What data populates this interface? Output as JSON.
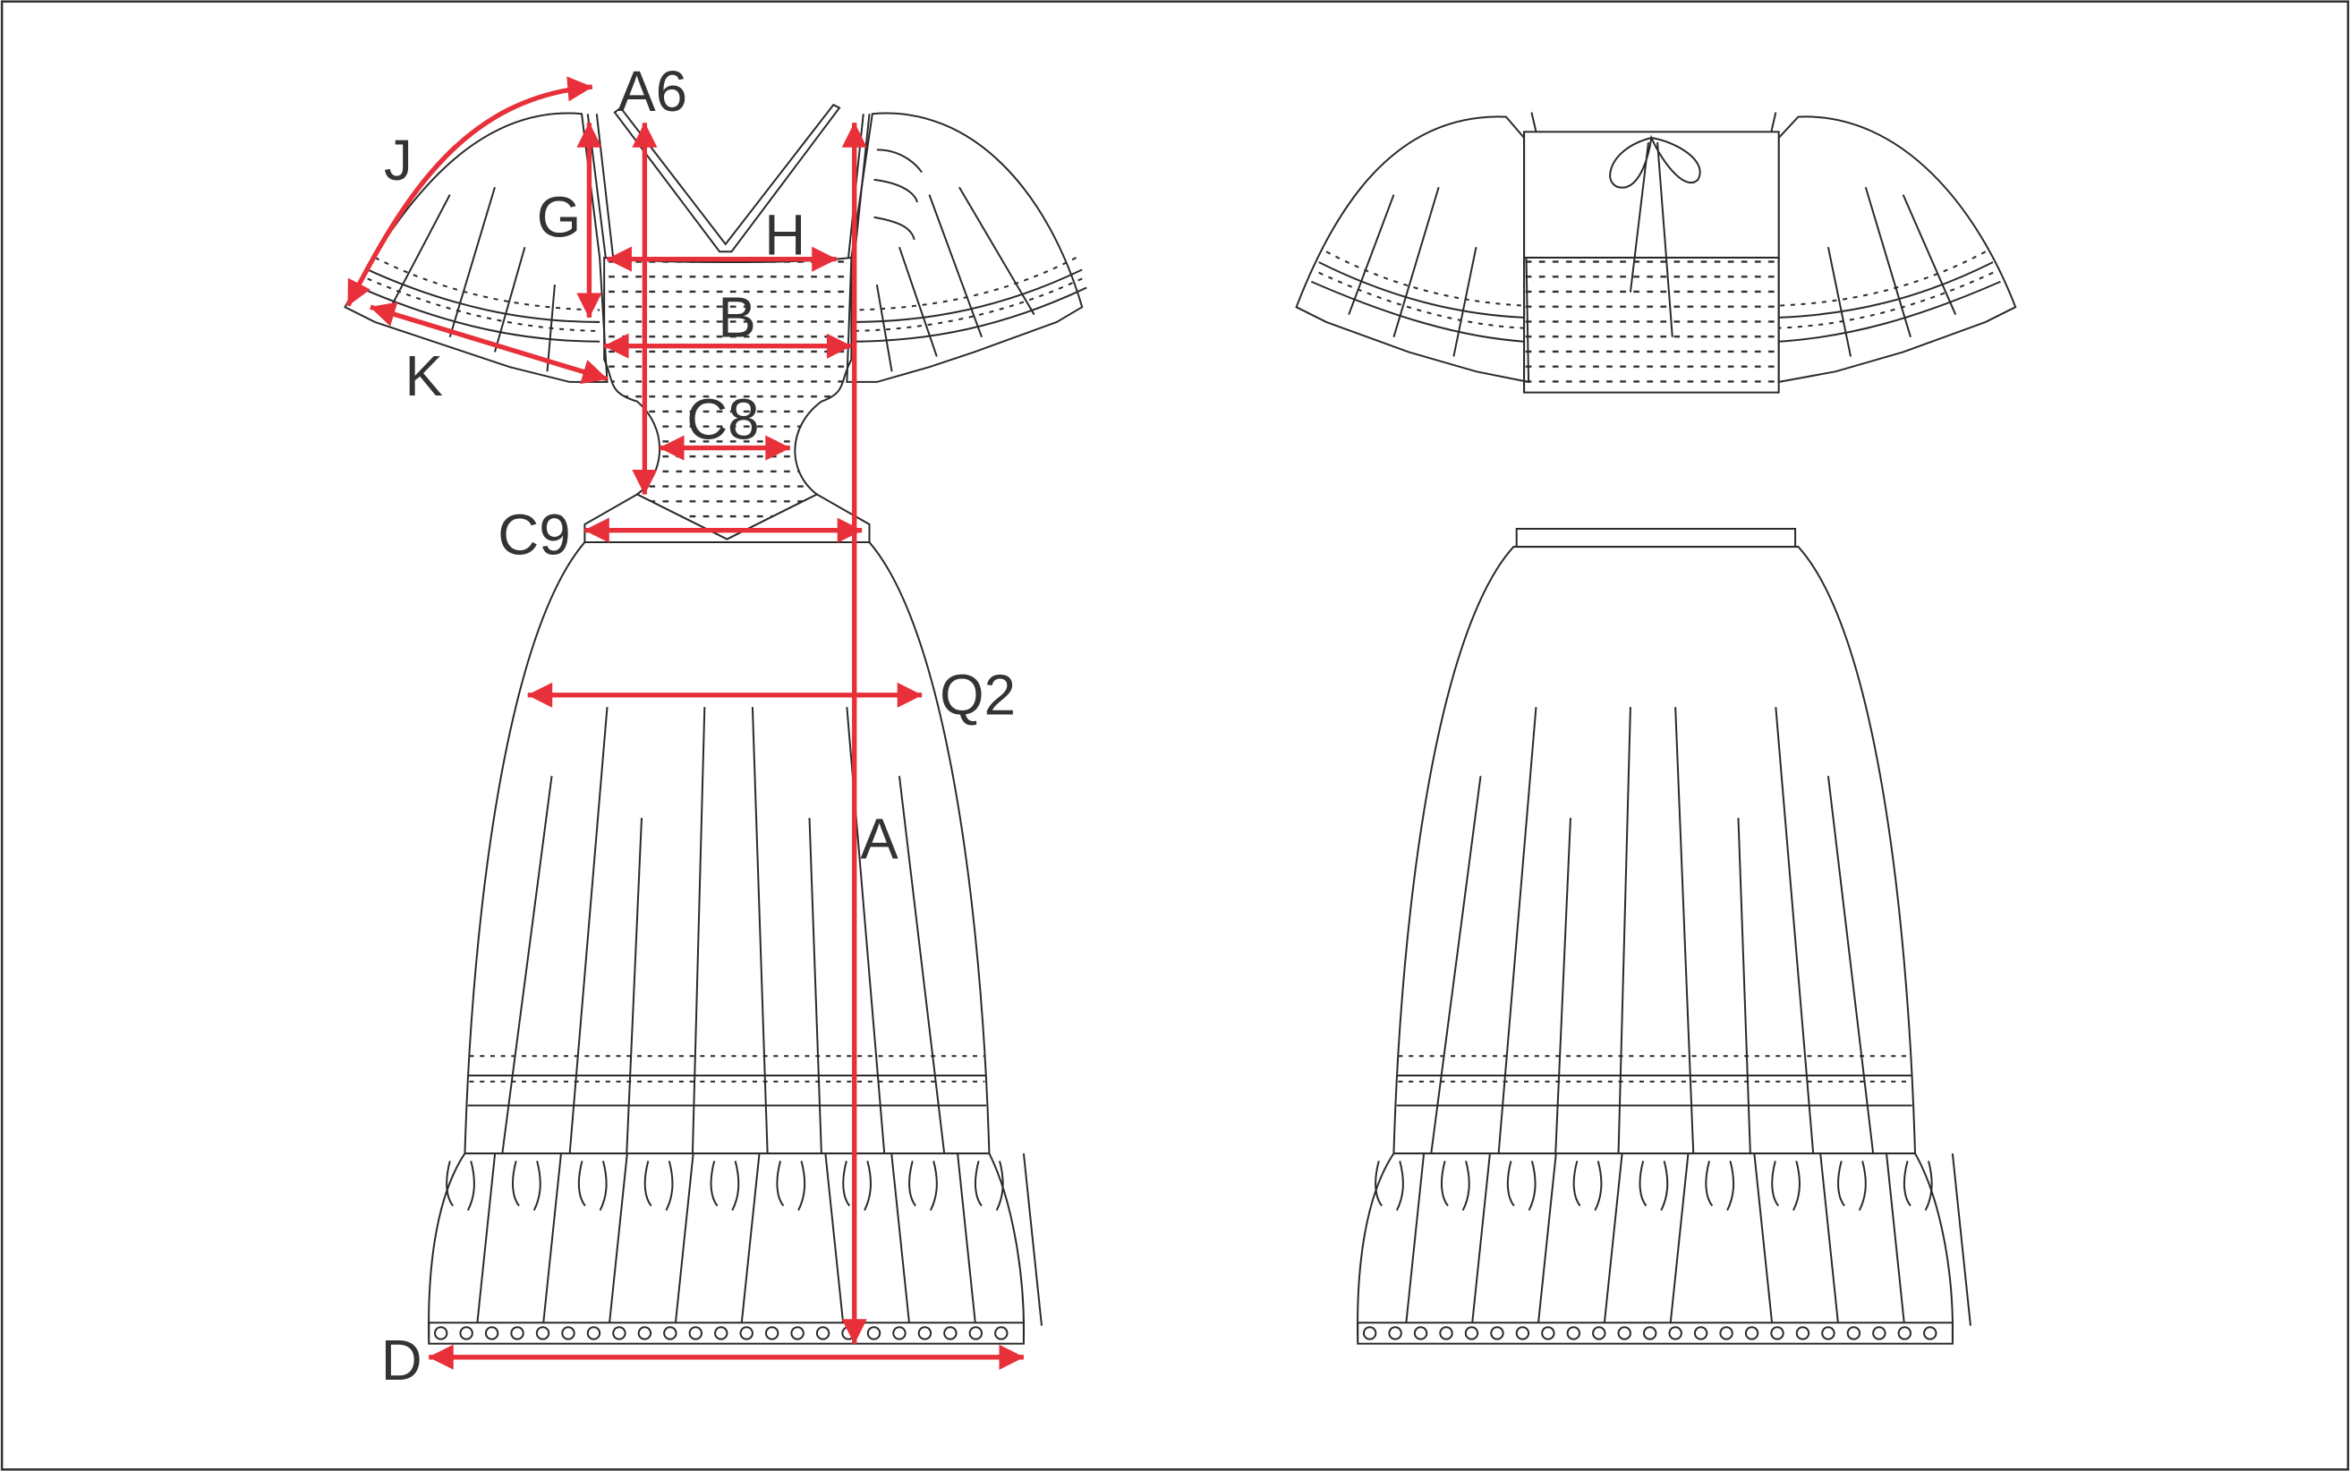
{
  "colors": {
    "measure": "#e8303a",
    "outline": "#2a2a2a",
    "label": "#333333"
  },
  "labels": {
    "A6": "A6",
    "J": "J",
    "G": "G",
    "H": "H",
    "B": "B",
    "K": "K",
    "C8": "C8",
    "C9": "C9",
    "Q2": "Q2",
    "A": "A",
    "D": "D"
  }
}
